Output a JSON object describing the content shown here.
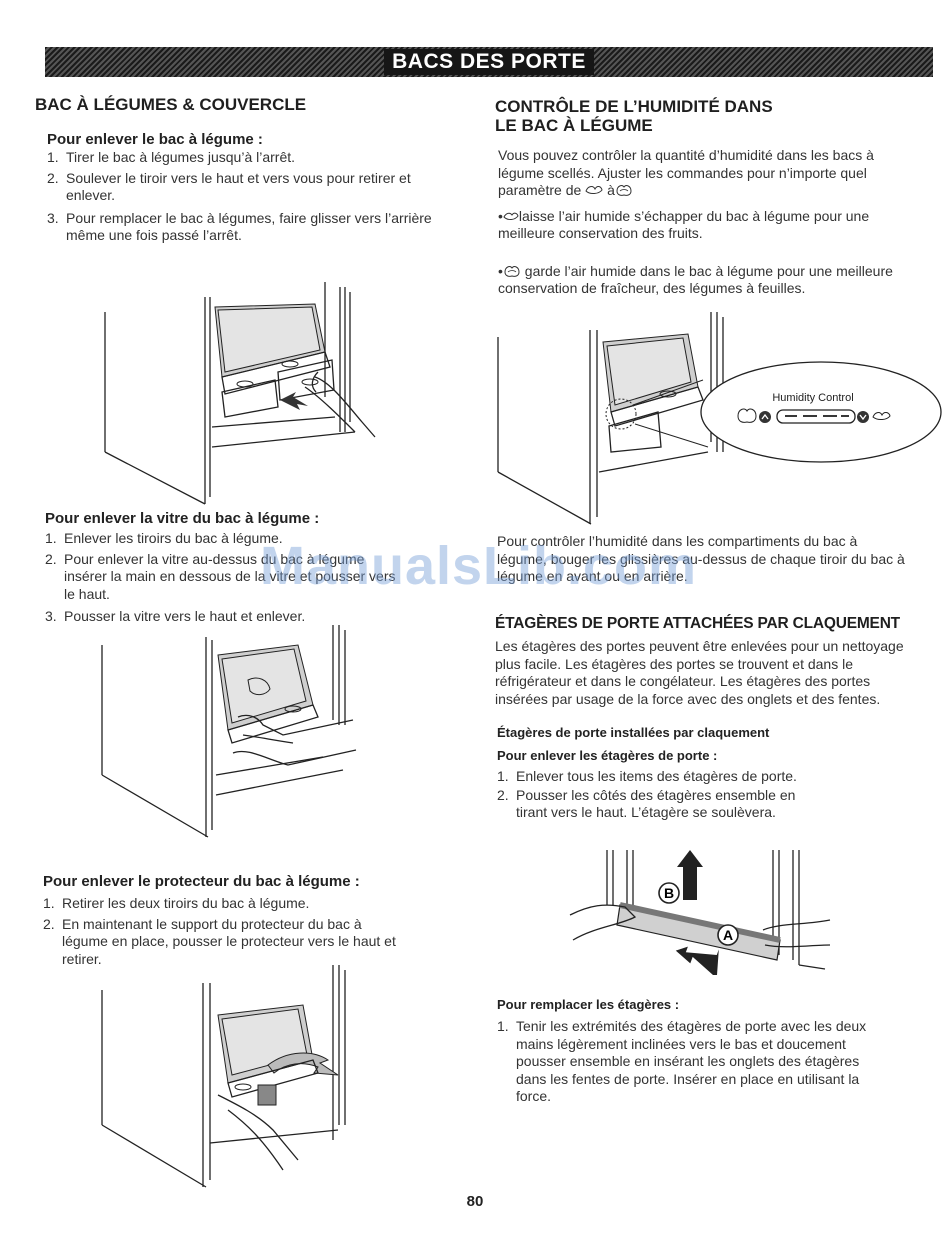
{
  "banner": {
    "title": "BACS DES PORTE"
  },
  "left": {
    "section1": {
      "title": "BAC À LÉGUMES & COUVERCLE",
      "sub1": {
        "title": "Pour enlever le bac à légume :",
        "items": [
          {
            "num": "1.",
            "text": "Tirer le bac à légumes jusqu’à l’arrêt."
          },
          {
            "num": "2.",
            "text": "Soulever le tiroir vers le haut et vers vous pour retirer et enlever."
          },
          {
            "num": "3.",
            "text": "Pour remplacer le bac à légumes, faire glisser vers l’arrière même une fois passé l’arrêt."
          }
        ]
      },
      "sub2": {
        "title": "Pour enlever la vitre du bac à légume :",
        "items": [
          {
            "num": "1.",
            "text": "Enlever les tiroirs du bac à légume."
          },
          {
            "num": "2.",
            "text": "Pour enlever la vitre au-dessus du bac à légume insérer la main en dessous de la vitre et pousser vers le haut."
          },
          {
            "num": "3.",
            "text": "Pousser la vitre vers le haut et enlever."
          }
        ]
      },
      "sub3": {
        "title": "Pour enlever le protecteur du bac à légume :",
        "items": [
          {
            "num": "1.",
            "text": "Retirer les deux tiroirs du bac à légume."
          },
          {
            "num": "2.",
            "text": "En maintenant le support du protecteur du bac à légume en place, pousser le protecteur vers le haut et retirer."
          }
        ]
      }
    }
  },
  "right": {
    "humidity": {
      "title_line1": "CONTRÔLE DE L’HUMIDITÉ DANS",
      "title_line2": "LE BAC À LÉGUME",
      "intro_a": "Vous pouvez contrôler la quantité d’humidité dans les bacs à légume scellés. Ajuster les commandes pour n’importe quel paramètre de",
      "intro_b": "à",
      "bullet1": "laisse l’air humide s’échapper du bac à légume pour une meilleure conservation des fruits.",
      "bullet2": "garde l’air humide dans le bac à légume pour une meilleure conservation de fraîcheur, des légumes à feuilles.",
      "control_label": "Humidity Control",
      "after_figure": "Pour contrôler l’humidité dans les compartiments du bac à légume, bouger les glissières au-dessus de chaque tiroir du bac à légume en avant ou en arrière."
    },
    "shelves": {
      "title": "ÉTAGÈRES DE PORTE ATTACHÉES PAR CLAQUEMENT",
      "intro": "Les étagères des portes peuvent être enlevées pour un nettoyage plus facile. Les étagères des portes se trouvent et dans le réfrigérateur et dans le congélateur. Les étagères des portes insérées par usage de la force avec des onglets et des fentes.",
      "sub_title": "Étagères de porte installées par claquement",
      "remove_title": "Pour enlever les étagères de porte :",
      "remove_items": [
        {
          "num": "1.",
          "text": "Enlever tous les items des étagères de porte."
        },
        {
          "num": "2.",
          "text": "Pousser les côtés des étagères ensemble en tirant vers le haut. L’étagère se soulèvera."
        }
      ],
      "label_a": "A",
      "label_b": "B",
      "replace_title": "Pour remplacer les étagères :",
      "replace_items": [
        {
          "num": "1.",
          "text": "Tenir les extrémités des étagères de porte avec les deux mains légèrement inclinées vers le bas et doucement pousser ensemble en insérant les onglets des étagères dans les fentes de porte. Insérer en place en utilisant la force."
        }
      ]
    }
  },
  "page": {
    "number": "80"
  },
  "watermark": "ManualsLib.com",
  "icons": {
    "fruit": "leaf-outline-icon",
    "vegetable": "lettuce-icon"
  }
}
